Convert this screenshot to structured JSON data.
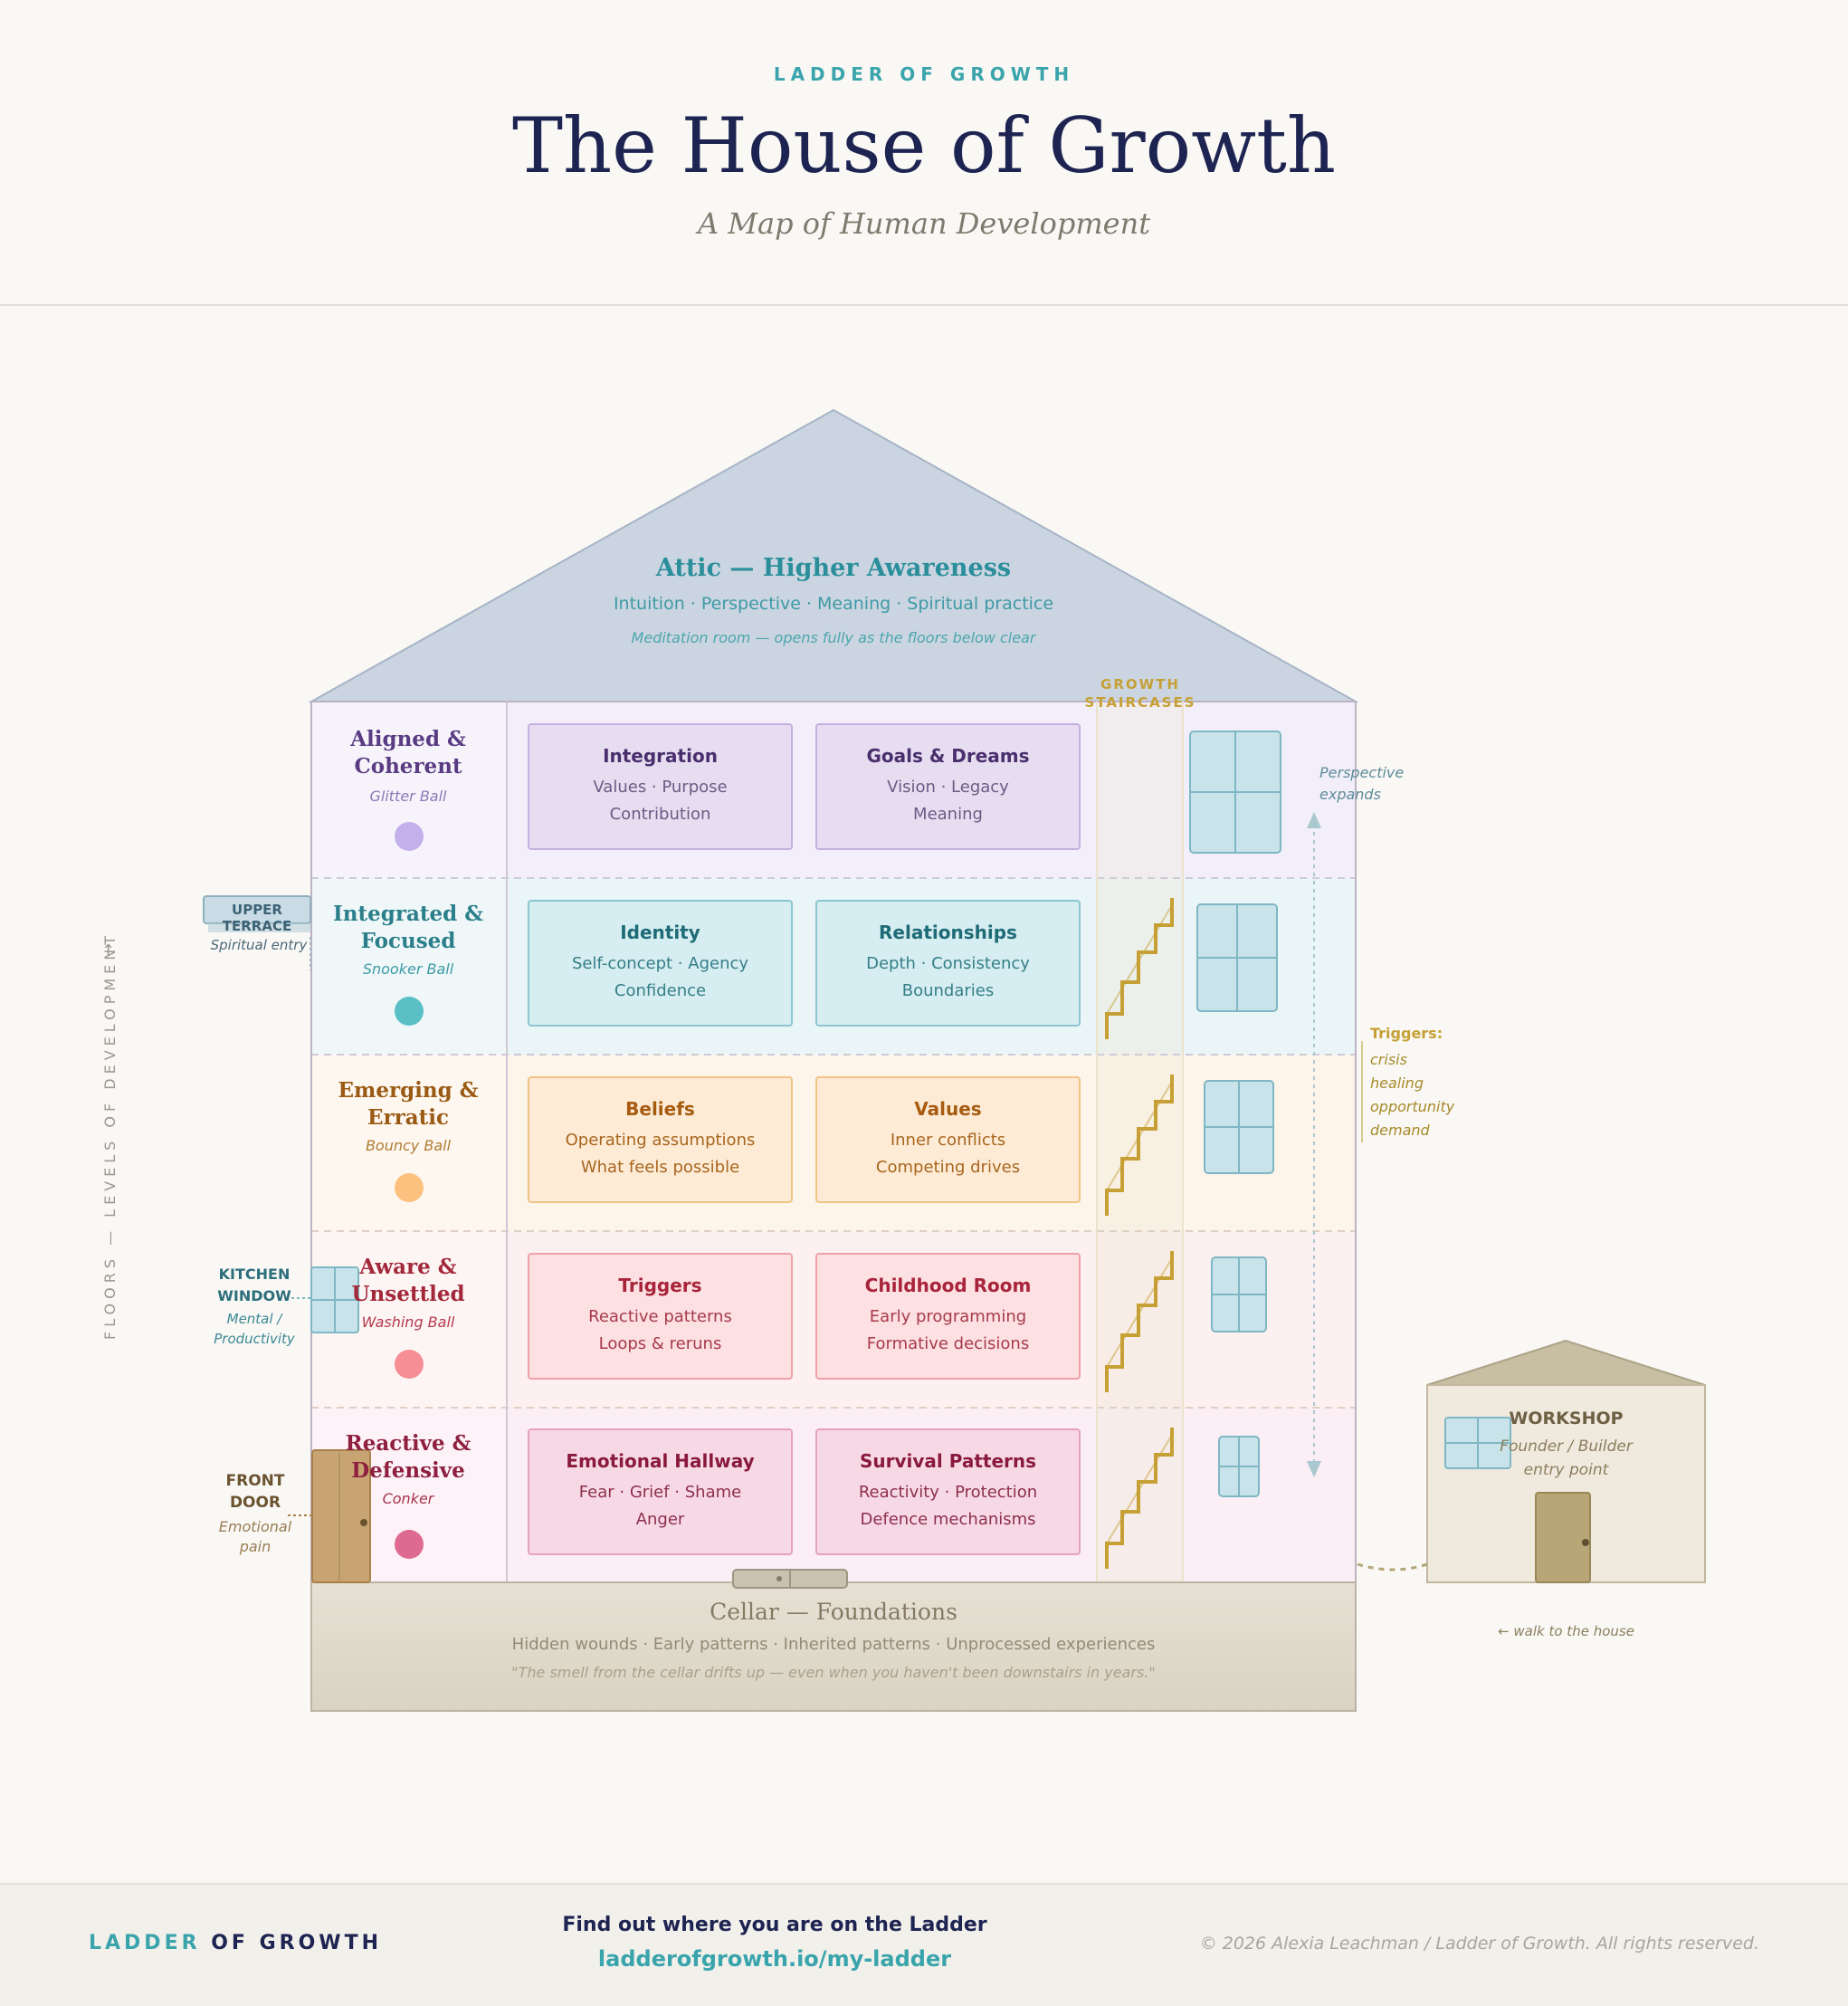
{
  "header": {
    "eyebrow": "LADDER OF GROWTH",
    "title": "The House of Growth",
    "subtitle": "A Map of Human Development"
  },
  "axis": {
    "label": "FLOORS — LEVELS OF DEVELOPMENT",
    "arrow": "↑"
  },
  "attic": {
    "title": "Attic — Higher Awareness",
    "items": "Intuition · Perspective · Meaning · Spiritual practice",
    "note": "Meditation room — opens fully as the floors below clear"
  },
  "staircases_label": "GROWTH STAIRCASES",
  "floors": [
    {
      "title": "Aligned & Coherent",
      "ball": "Glitter Ball",
      "ball_color": "#c4b0ea",
      "rooms": [
        {
          "title": "Integration",
          "line1": "Values · Purpose",
          "line2": "Contribution"
        },
        {
          "title": "Goals & Dreams",
          "line1": "Vision · Legacy",
          "line2": "Meaning"
        }
      ]
    },
    {
      "title": "Integrated & Focused",
      "ball": "Snooker Ball",
      "ball_color": "#5bbfc6",
      "rooms": [
        {
          "title": "Identity",
          "line1": "Self-concept · Agency",
          "line2": "Confidence"
        },
        {
          "title": "Relationships",
          "line1": "Depth · Consistency",
          "line2": "Boundaries"
        }
      ]
    },
    {
      "title": "Emerging & Erratic",
      "ball": "Bouncy Ball",
      "ball_color": "#fcc17e",
      "rooms": [
        {
          "title": "Beliefs",
          "line1": "Operating assumptions",
          "line2": "What feels possible"
        },
        {
          "title": "Values",
          "line1": "Inner conflicts",
          "line2": "Competing drives"
        }
      ]
    },
    {
      "title": "Aware & Unsettled",
      "ball": "Washing Ball",
      "ball_color": "#f58f95",
      "rooms": [
        {
          "title": "Triggers",
          "line1": "Reactive patterns",
          "line2": "Loops & reruns"
        },
        {
          "title": "Childhood Room",
          "line1": "Early programming",
          "line2": "Formative decisions"
        }
      ]
    },
    {
      "title": "Reactive & Defensive",
      "ball": "Conker",
      "ball_color": "#de6a91",
      "rooms": [
        {
          "title": "Emotional Hallway",
          "line1": "Fear · Grief · Shame",
          "line2": "Anger"
        },
        {
          "title": "Survival Patterns",
          "line1": "Reactivity · Protection",
          "line2": "Defence mechanisms"
        }
      ]
    }
  ],
  "annotations": {
    "upper_terrace": "UPPER TERRACE",
    "upper_terrace_note": "Spiritual entry",
    "kitchen_window_1": "KITCHEN",
    "kitchen_window_2": "WINDOW",
    "kitchen_note_1": "Mental /",
    "kitchen_note_2": "Productivity",
    "front_door_1": "FRONT",
    "front_door_2": "DOOR",
    "front_note_1": "Emotional",
    "front_note_2": "pain",
    "perspective_1": "Perspective",
    "perspective_2": "expands",
    "triggers_title": "Triggers:",
    "triggers": [
      "crisis",
      "healing",
      "opportunity",
      "demand"
    ]
  },
  "cellar": {
    "title": "Cellar — Foundations",
    "items": "Hidden wounds · Early patterns · Inherited patterns · Unprocessed experiences",
    "quote": "\"The smell from the cellar drifts up — even when you haven't been downstairs in years.\""
  },
  "workshop": {
    "title": "WORKSHOP",
    "line1": "Founder / Builder",
    "line2": "entry point",
    "walk": "← walk to the house"
  },
  "footer": {
    "brand_a": "LADDER",
    "brand_b": "OF GROWTH",
    "cta": "Find out where you are on the Ladder",
    "link": "ladderofgrowth.io/my-ladder",
    "copyright": "© 2026 Alexia Leachman / Ladder of Growth. All rights reserved."
  },
  "colors": {
    "navy": "#1e2452",
    "teal": "#3aa4ac",
    "gold": "#c6a035"
  }
}
